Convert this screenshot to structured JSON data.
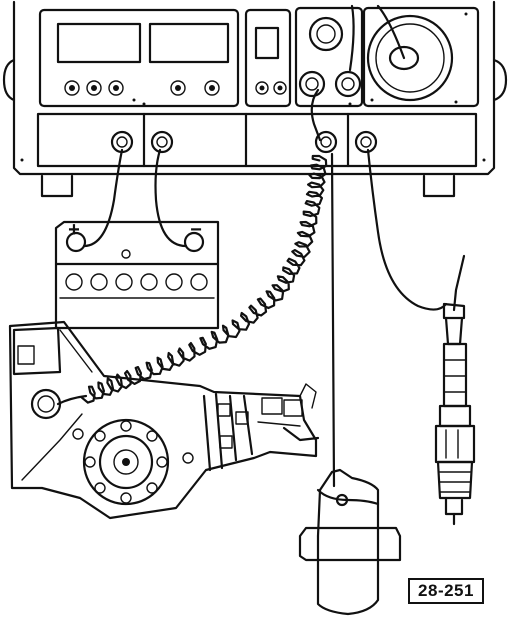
{
  "figure": {
    "id_label": "28-251"
  },
  "battery": {
    "positive_mark": "+",
    "negative_mark": "−"
  },
  "icons": [
    "test-bench",
    "battery",
    "gearbox-housing",
    "ignition-coil",
    "spark-plug",
    "coiled-cable"
  ]
}
